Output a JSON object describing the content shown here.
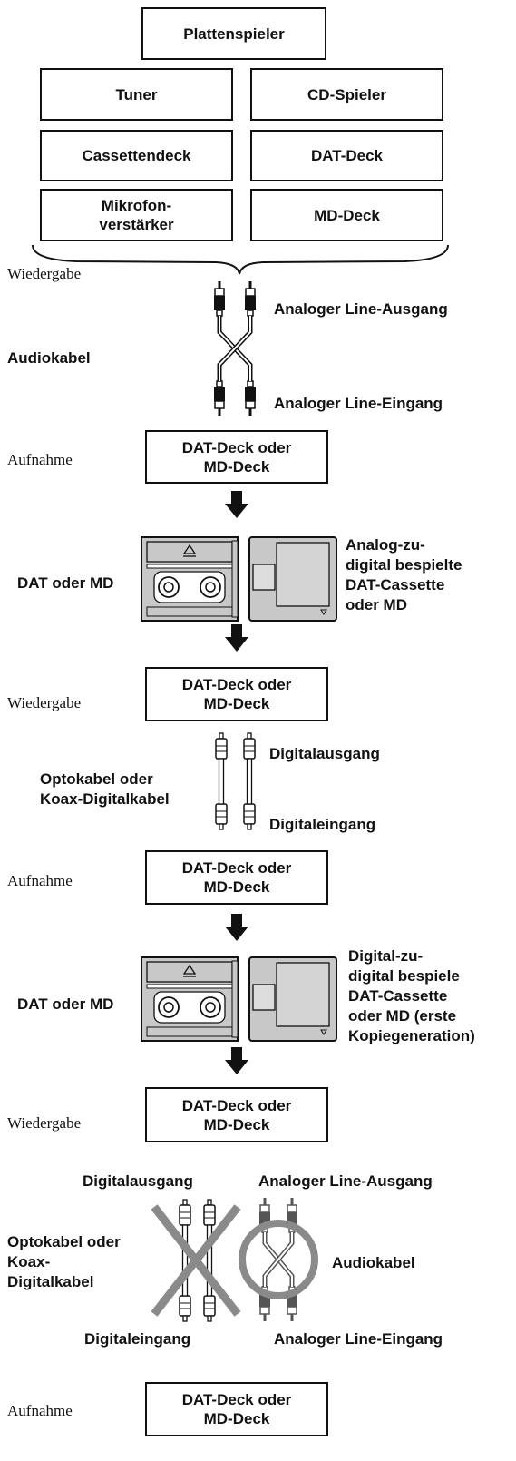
{
  "sources": {
    "top": "Plattenspieler",
    "left": [
      "Tuner",
      "Cassettendeck",
      "Mikrofon-\nverstärker"
    ],
    "right": [
      "CD-Spieler",
      "DAT-Deck",
      "MD-Deck"
    ]
  },
  "stage1": {
    "mode_play": "Wiedergabe",
    "cable_label": "Audiokabel",
    "out_label": "Analoger Line-Ausgang",
    "in_label": "Analoger Line-Eingang",
    "mode_rec": "Aufnahme",
    "recorder": "DAT-Deck oder\nMD-Deck"
  },
  "media1": {
    "left_label": "DAT oder MD",
    "right_label": "Analog-zu-\ndigital bespielte\nDAT-Cassette\noder MD"
  },
  "stage2": {
    "mode_play": "Wiedergabe",
    "player": "DAT-Deck oder\nMD-Deck",
    "cable_label": "Optokabel oder\nKoax-Digitalkabel",
    "out_label": "Digitalausgang",
    "in_label": "Digitaleingang",
    "mode_rec": "Aufnahme",
    "recorder": "DAT-Deck oder\nMD-Deck"
  },
  "media2": {
    "left_label": "DAT oder MD",
    "right_label": "Digital-zu-\ndigital bespiele\nDAT-Cassette\noder MD (erste\nKopiegeneration)"
  },
  "stage3": {
    "mode_play": "Wiedergabe",
    "player": "DAT-Deck oder\nMD-Deck",
    "digital_out": "Digitalausgang",
    "analog_out": "Analoger Line-Ausgang",
    "digital_cable": "Optokabel oder\nKoax-\nDigitalkabel",
    "analog_cable": "Audiokabel",
    "digital_in": "Digitaleingang",
    "analog_in": "Analoger Line-Eingang",
    "mode_rec": "Aufnahme",
    "recorder": "DAT-Deck oder\nMD-Deck"
  },
  "colors": {
    "line": "#111111",
    "gray": "#8a8a8a",
    "cassette": "#c8c8c8"
  }
}
